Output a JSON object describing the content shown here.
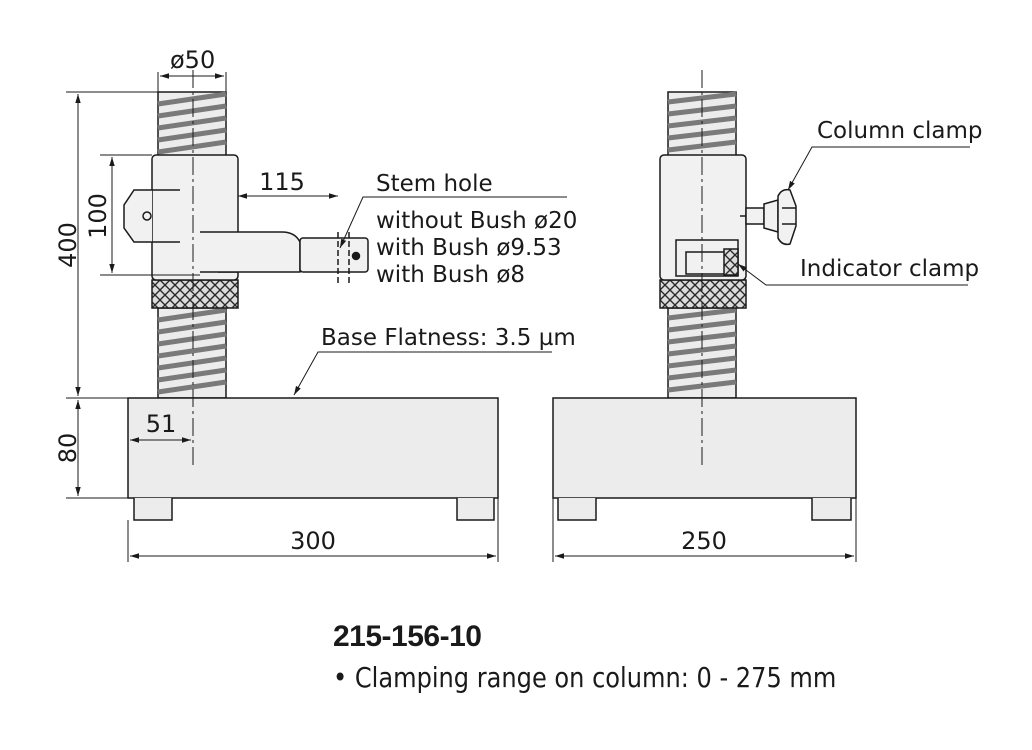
{
  "side_view": {
    "column_diameter": "ø50",
    "total_height": "400",
    "arm_block_height": "100",
    "arm_reach": "115",
    "base_height": "80",
    "column_offset": "51",
    "base_width": "300",
    "stem_hole_title": "Stem hole",
    "stem_hole_lines": [
      "without Bush ø20",
      "with Bush ø9.53",
      "with Bush ø8"
    ],
    "base_flatness": "Base Flatness: 3.5 µm"
  },
  "front_view": {
    "base_depth": "250",
    "column_clamp": "Column clamp",
    "indicator_clamp": "Indicator clamp"
  },
  "spec": {
    "model": "215-156-10",
    "bullet": "• Clamping range on column: 0 - 275 mm"
  },
  "colors": {
    "line": "#1a1a1a",
    "fill": "#ececec",
    "thread": "#9a9a9a"
  }
}
